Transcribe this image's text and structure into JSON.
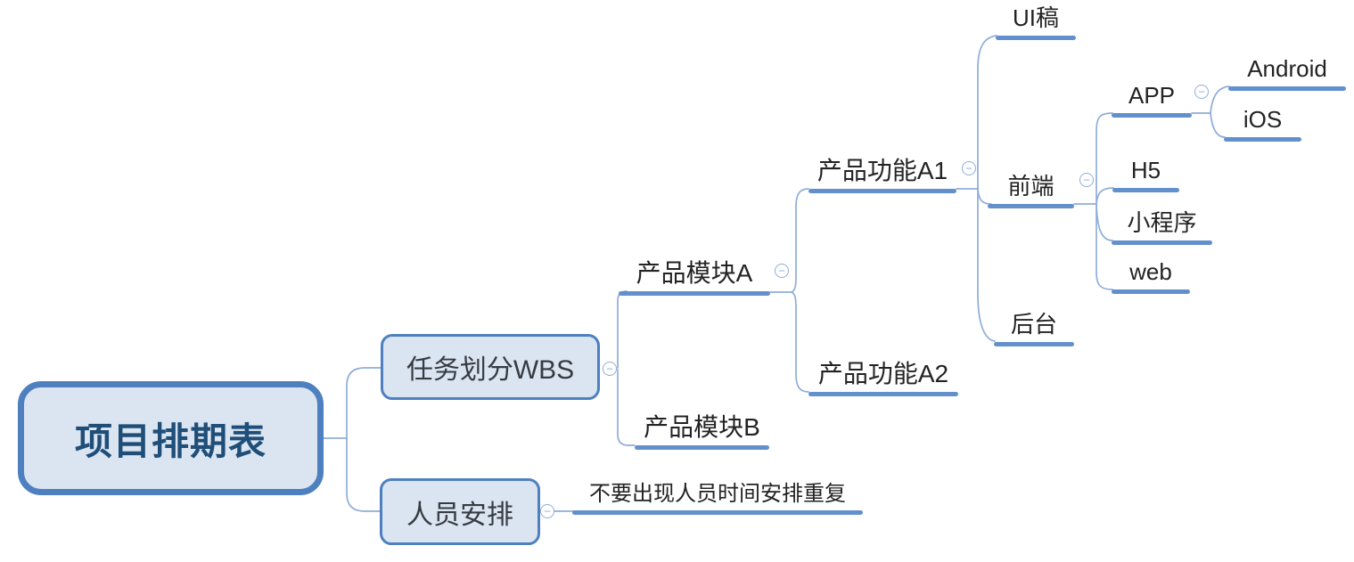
{
  "mindmap": {
    "root": {
      "label": "项目排期表",
      "children": [
        {
          "label": "任务划分WBS",
          "children": [
            {
              "label": "产品模块A",
              "children": [
                {
                  "label": "产品功能A1",
                  "children": [
                    {
                      "label": "UI稿"
                    },
                    {
                      "label": "前端",
                      "children": [
                        {
                          "label": "APP",
                          "children": [
                            {
                              "label": "Android"
                            },
                            {
                              "label": "iOS"
                            }
                          ]
                        },
                        {
                          "label": "H5"
                        },
                        {
                          "label": "小程序"
                        },
                        {
                          "label": "web"
                        }
                      ]
                    },
                    {
                      "label": "后台"
                    }
                  ]
                },
                {
                  "label": "产品功能A2"
                }
              ]
            },
            {
              "label": "产品模块B"
            }
          ]
        },
        {
          "label": "人员安排",
          "children": [
            {
              "label": "不要出现人员时间安排重复"
            }
          ]
        }
      ]
    }
  },
  "icons": {
    "collapse_glyph": "−"
  },
  "colors": {
    "box_border": "#4e80bf",
    "box_fill": "#dbe5f1",
    "root_text": "#1f4e79",
    "node_text": "#232323",
    "branch_line": "#6290cc",
    "connector_line": "#8fadd9"
  }
}
